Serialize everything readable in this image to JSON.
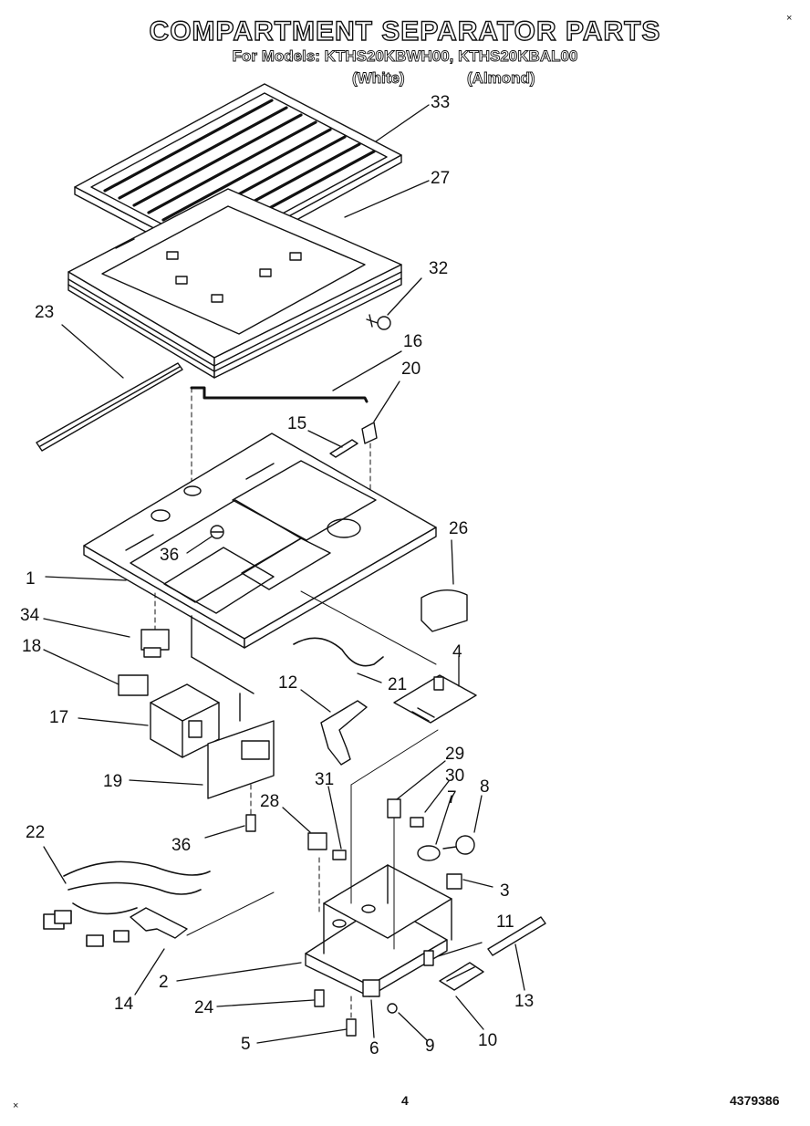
{
  "header": {
    "title": "COMPARTMENT SEPARATOR PARTS",
    "subtitle": "For Models: KTHS20KBWH00, KTHS20KBAL00",
    "variant_white": "(White)",
    "variant_almond": "(Almond)"
  },
  "callouts": [
    "1",
    "2",
    "3",
    "4",
    "5",
    "6",
    "7",
    "8",
    "9",
    "10",
    "11",
    "12",
    "13",
    "14",
    "15",
    "16",
    "17",
    "18",
    "19",
    "20",
    "21",
    "22",
    "23",
    "24",
    "26",
    "27",
    "28",
    "29",
    "30",
    "31",
    "32",
    "33",
    "34",
    "36"
  ],
  "footer": {
    "page_number": "4",
    "document_number": "4379386",
    "corner_mark_top": "×",
    "corner_mark_bottom": "×"
  }
}
